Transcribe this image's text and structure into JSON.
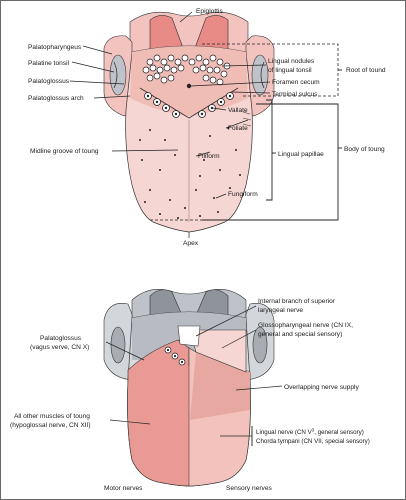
{
  "top_diagram": {
    "labels": {
      "epiglottis": "Epiglottis",
      "palatopharyngeus": "Palatopharyngeus",
      "palatine_tonsil": "Palatine tonsil",
      "palatoglossus": "Palatoglossus",
      "palatoglossus_arch": "Palatoglossus arch",
      "lingual_nodules_1": "Lingual nodules",
      "lingual_nodules_2": "of lingual tonsil",
      "foramen_cecum": "Foramen cecum",
      "terminal_sulcus": "Terminal sulcus",
      "root_of_tongue": "Root of tound",
      "vallate": "Vallate",
      "foliate": "Foliate",
      "filiform": "Filiform",
      "fungiform": "Fungiform",
      "lingual_papillae": "Lingual papillae",
      "body_of_tongue": "Body of toung",
      "midline_groove": "Midline groove of toung",
      "apex": "Apex"
    }
  },
  "bottom_diagram": {
    "labels": {
      "internal_branch_1": "Internal branch of superior",
      "internal_branch_2": "laryngeal nerve",
      "glossopharyngeal_1": "Glossopharyngeal nerve (CN IX,",
      "glossopharyngeal_2": "general and special sensory)",
      "palatoglossus_1": "Palatoglossus",
      "palatoglossus_2": "(vagus verve, CN X)",
      "overlapping": "Overlapping nerve supply",
      "other_muscles_1": "All other muscles of toung",
      "other_muscles_2": "(hypoglossal nerve, CN XII)",
      "lingual_nerve": "Lingual nerve (CN V",
      "lingual_nerve_sup": "3",
      "lingual_nerve_end": ", general sensory)",
      "chorda_tympani": "Chorda tympani (CN VII, special sensory)",
      "motor_nerves": "Motor nerves",
      "sensory_nerves": "Sensory nerves"
    }
  },
  "colors": {
    "tongue_light": "#f6d6d2",
    "tongue_mid": "#eeb4ae",
    "epiglottis": "#e88a86",
    "tonsil_gray": "#bfc3c9",
    "motor_pink": "#e99a94",
    "sensory_pink": "#f3c2bc",
    "root_gray": "#a9adb3"
  }
}
